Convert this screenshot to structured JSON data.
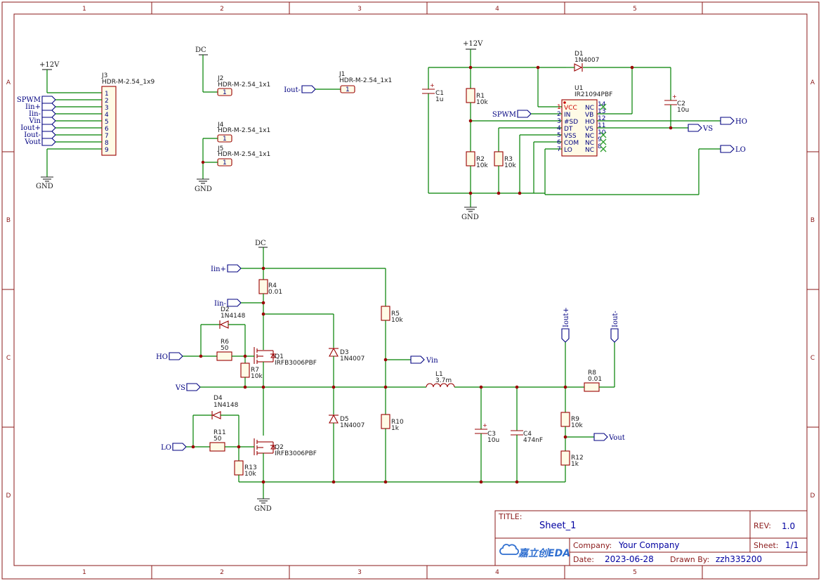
{
  "frame": {
    "columns": [
      "1",
      "2",
      "3",
      "4",
      "5"
    ],
    "rows": [
      "A",
      "B",
      "C",
      "D"
    ]
  },
  "title_block": {
    "title_label": "TITLE:",
    "title": "Sheet_1",
    "rev_label": "REV:",
    "rev": "1.0",
    "company_label": "Company:",
    "company": "Your Company",
    "sheet_label": "Sheet:",
    "sheet": "1/1",
    "date_label": "Date:",
    "date": "2023-06-28",
    "drawn_label": "Drawn By:",
    "drawn_by": "zzh335200",
    "logo_text": "嘉立创EDA"
  },
  "power": {
    "p12v_a": "+12V",
    "p12v_b": "+12V",
    "dc_a": "DC",
    "dc_b": "DC",
    "gnd_a": "GND",
    "gnd_b": "GND",
    "gnd_c": "GND",
    "gnd_d": "GND"
  },
  "connectors": {
    "j3_ref": "J3",
    "j3_val": "HDR-M-2.54_1x9",
    "j3_pins": [
      "1",
      "2",
      "3",
      "4",
      "5",
      "6",
      "7",
      "8",
      "9"
    ],
    "j3_nets": [
      "SPWM",
      "Iin+",
      "Iin-",
      "Vin",
      "Iout+",
      "Iout-",
      "Vout"
    ],
    "j1_ref": "J1",
    "j1_val": "HDR-M-2.54_1x1",
    "j1_net": "Iout-",
    "j2_ref": "J2",
    "j2_val": "HDR-M-2.54_1x1",
    "j4_ref": "J4",
    "j4_val": "HDR-M-2.54_1x1",
    "j5_ref": "J5",
    "j5_val": "HDR-M-2.54_1x1",
    "pin_one": "1"
  },
  "driver": {
    "u1_ref": "U1",
    "u1_val": "IR21094PBF",
    "left_pins": [
      {
        "num": "1",
        "name": "VCC"
      },
      {
        "num": "2",
        "name": "IN"
      },
      {
        "num": "3",
        "name": "#SD"
      },
      {
        "num": "4",
        "name": "DT"
      },
      {
        "num": "5",
        "name": "VSS"
      },
      {
        "num": "6",
        "name": "COM"
      },
      {
        "num": "7",
        "name": "LO"
      }
    ],
    "right_pins": [
      {
        "num": "14",
        "name": "NC"
      },
      {
        "num": "13",
        "name": "VB"
      },
      {
        "num": "12",
        "name": "HO"
      },
      {
        "num": "11",
        "name": "VS"
      },
      {
        "num": "10",
        "name": "NC"
      },
      {
        "num": "9",
        "name": "NC"
      },
      {
        "num": "8",
        "name": "NC"
      }
    ],
    "d1_ref": "D1",
    "d1_val": "1N4007",
    "c1_ref": "C1",
    "c1_val": "1u",
    "c2_ref": "C2",
    "c2_val": "10u",
    "r1_ref": "R1",
    "r1_val": "10k",
    "r2_ref": "R2",
    "r2_val": "10k",
    "r3_ref": "R3",
    "r3_val": "10k",
    "net_spwm": "SPWM",
    "net_ho": "HO",
    "net_vs": "VS",
    "net_lo": "LO"
  },
  "power_stage": {
    "r4_ref": "R4",
    "r4_val": "0.01",
    "r5_ref": "R5",
    "r5_val": "10k",
    "r6_ref": "R6",
    "r6_val": "50",
    "r7_ref": "R7",
    "r7_val": "10k",
    "r8_ref": "R8",
    "r8_val": "0.01",
    "r9_ref": "R9",
    "r9_val": "10k",
    "r10_ref": "R10",
    "r10_val": "1k",
    "r11_ref": "R11",
    "r11_val": "50",
    "r12_ref": "R12",
    "r12_val": "1k",
    "r13_ref": "R13",
    "r13_val": "10k",
    "d2_ref": "D2",
    "d2_val": "1N4148",
    "d3_ref": "D3",
    "d3_val": "1N4007",
    "d4_ref": "D4",
    "d4_val": "1N4148",
    "d5_ref": "D5",
    "d5_val": "1N4007",
    "q1_ref": "Q1",
    "q1_val": "IRFB3006PBF",
    "q2_ref": "Q2",
    "q2_val": "IRFB3006PBF",
    "l1_ref": "L1",
    "l1_val": "3.7m",
    "c3_ref": "C3",
    "c3_val": "10u",
    "c4_ref": "C4",
    "c4_val": "474nF",
    "net_iin_p": "Iin+",
    "net_iin_n": "Iin-",
    "net_ho": "HO",
    "net_vs": "VS",
    "net_lo": "LO",
    "net_vin": "Vin",
    "net_vout": "Vout",
    "net_iout_p": "Iout+",
    "net_iout_n": "Iout-"
  }
}
